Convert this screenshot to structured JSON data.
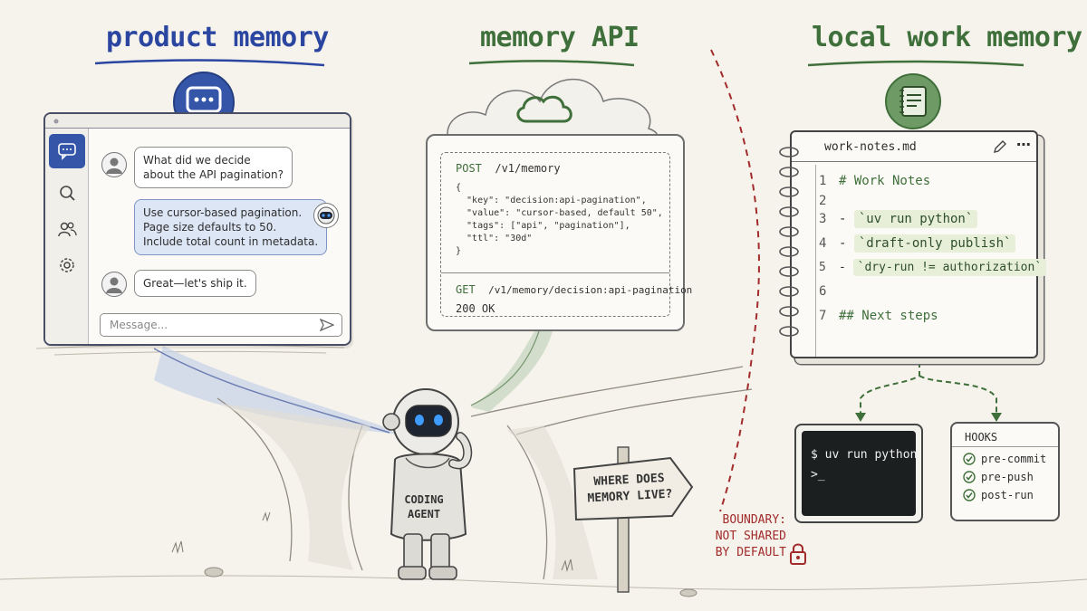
{
  "headings": {
    "product": "product memory",
    "api": "memory API",
    "local": "local work memory"
  },
  "colors": {
    "blue_accent": "#3556a8",
    "green_accent": "#3f6f3a",
    "boundary_red": "#a22b2b"
  },
  "chat": {
    "messages": [
      {
        "role": "user",
        "lines": [
          "What did we decide",
          "about the API pagination?"
        ]
      },
      {
        "role": "bot",
        "lines": [
          "Use cursor-based pagination.",
          "Page size defaults to 50.",
          "Include total count in metadata."
        ]
      },
      {
        "role": "user",
        "lines": [
          "Great—let's ship it."
        ]
      }
    ],
    "input_placeholder": "Message...",
    "sidebar_icons": [
      "chat-icon",
      "search-icon",
      "users-icon",
      "gear-icon"
    ]
  },
  "api": {
    "post_method": "POST",
    "post_path": "/v1/memory",
    "body_lines": [
      "{",
      "  \"key\": \"decision:api-pagination\",",
      "  \"value\": \"cursor-based, default 50\",",
      "  \"tags\": [\"api\", \"pagination\"],",
      "  \"ttl\": \"30d\"",
      "}"
    ],
    "get_method": "GET",
    "get_path": "/v1/memory/decision:api-pagination",
    "status": "200 OK"
  },
  "notebook": {
    "filename": "work-notes.md",
    "lines": [
      {
        "n": "1",
        "text": "# Work Notes",
        "chip": false
      },
      {
        "n": "2",
        "text": "",
        "chip": false
      },
      {
        "n": "3",
        "text": "`uv run python`",
        "chip": true
      },
      {
        "n": "4",
        "text": "`draft-only publish`",
        "chip": true
      },
      {
        "n": "5",
        "text": "`dry-run != authorization`",
        "chip": true
      },
      {
        "n": "6",
        "text": "",
        "chip": false
      },
      {
        "n": "7",
        "text": "## Next steps",
        "chip": false
      }
    ]
  },
  "terminal": {
    "line1": "$ uv run python",
    "line2": ">_"
  },
  "hooks": {
    "title": "HOOKS",
    "items": [
      "pre-commit",
      "pre-push",
      "post-run"
    ]
  },
  "robot_label": [
    "CODING",
    "AGENT"
  ],
  "sign": [
    "WHERE DOES",
    "MEMORY LIVE?"
  ],
  "boundary": [
    "BOUNDARY:",
    "NOT SHARED",
    "BY DEFAULT"
  ]
}
